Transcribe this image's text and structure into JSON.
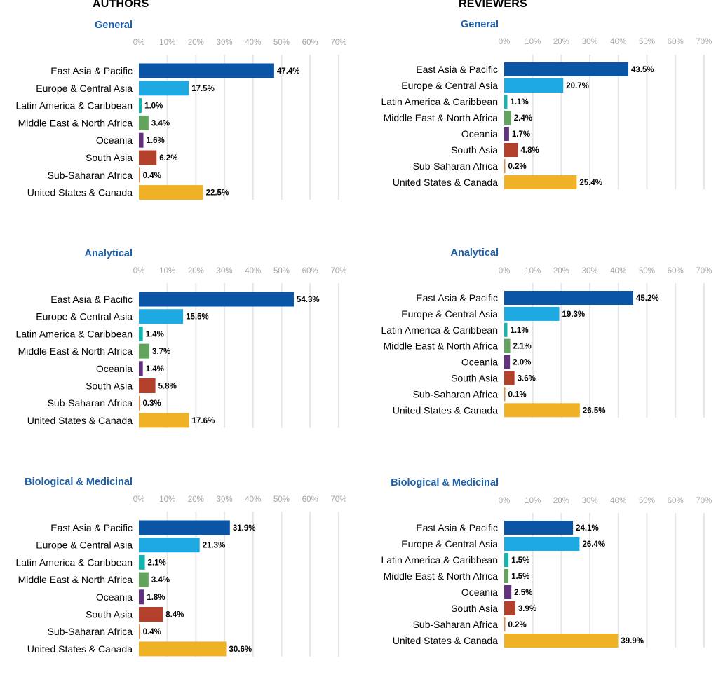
{
  "headers": {
    "authors": "AUTHORS",
    "reviewers": "REVIEWERS"
  },
  "colors": {
    "East Asia & Pacific": "#0a55a5",
    "Europe & Central Asia": "#1ea9e2",
    "Latin America & Caribbean": "#11b5ad",
    "Middle East & North Africa": "#62a35d",
    "Oceania": "#63327f",
    "South Asia": "#b3402a",
    "Sub-Saharan Africa": "#e8893b",
    "United States & Canada": "#efb227"
  },
  "chart_data": [
    {
      "type": "bar",
      "orientation": "horizontal",
      "group": "AUTHORS",
      "title": "General",
      "xlim": [
        0,
        70
      ],
      "xticks": [
        "0%",
        "10%",
        "20%",
        "30%",
        "40%",
        "50%",
        "60%",
        "70%"
      ],
      "grid": true,
      "categories": [
        "East Asia & Pacific",
        "Europe & Central Asia",
        "Latin America & Caribbean",
        "Middle East & North Africa",
        "Oceania",
        "South Asia",
        "Sub-Saharan Africa",
        "United States & Canada"
      ],
      "values": [
        47.4,
        17.5,
        1.0,
        3.4,
        1.6,
        6.2,
        0.4,
        22.5
      ],
      "labels": [
        "47.4%",
        "17.5%",
        "1.0%",
        "3.4%",
        "1.6%",
        "6.2%",
        "0.4%",
        "22.5%"
      ]
    },
    {
      "type": "bar",
      "orientation": "horizontal",
      "group": "REVIEWERS",
      "title": "General",
      "xlim": [
        0,
        70
      ],
      "xticks": [
        "0%",
        "10%",
        "20%",
        "30%",
        "40%",
        "50%",
        "60%",
        "70%"
      ],
      "grid": true,
      "categories": [
        "East Asia & Pacific",
        "Europe & Central Asia",
        "Latin America & Caribbean",
        "Middle East & North Africa",
        "Oceania",
        "South Asia",
        "Sub-Saharan Africa",
        "United States & Canada"
      ],
      "values": [
        43.5,
        20.7,
        1.1,
        2.4,
        1.7,
        4.8,
        0.2,
        25.4
      ],
      "labels": [
        "43.5%",
        "20.7%",
        "1.1%",
        "2.4%",
        "1.7%",
        "4.8%",
        "0.2%",
        "25.4%"
      ]
    },
    {
      "type": "bar",
      "orientation": "horizontal",
      "group": "AUTHORS",
      "title": "Analytical",
      "xlim": [
        0,
        70
      ],
      "xticks": [
        "0%",
        "10%",
        "20%",
        "30%",
        "40%",
        "50%",
        "60%",
        "70%"
      ],
      "grid": true,
      "categories": [
        "East Asia & Pacific",
        "Europe & Central Asia",
        "Latin America & Caribbean",
        "Middle East & North Africa",
        "Oceania",
        "South Asia",
        "Sub-Saharan Africa",
        "United States & Canada"
      ],
      "values": [
        54.3,
        15.5,
        1.4,
        3.7,
        1.4,
        5.8,
        0.3,
        17.6
      ],
      "labels": [
        "54.3%",
        "15.5%",
        "1.4%",
        "3.7%",
        "1.4%",
        "5.8%",
        "0.3%",
        "17.6%"
      ]
    },
    {
      "type": "bar",
      "orientation": "horizontal",
      "group": "REVIEWERS",
      "title": "Analytical",
      "xlim": [
        0,
        70
      ],
      "xticks": [
        "0%",
        "10%",
        "20%",
        "30%",
        "40%",
        "50%",
        "60%",
        "70%"
      ],
      "grid": true,
      "categories": [
        "East Asia & Pacific",
        "Europe & Central Asia",
        "Latin America & Caribbean",
        "Middle East & North Africa",
        "Oceania",
        "South Asia",
        "Sub-Saharan Africa",
        "United States & Canada"
      ],
      "values": [
        45.2,
        19.3,
        1.1,
        2.1,
        2.0,
        3.6,
        0.1,
        26.5
      ],
      "labels": [
        "45.2%",
        "19.3%",
        "1.1%",
        "2.1%",
        "2.0%",
        "3.6%",
        "0.1%",
        "26.5%"
      ]
    },
    {
      "type": "bar",
      "orientation": "horizontal",
      "group": "AUTHORS",
      "title": "Biological & Medicinal",
      "xlim": [
        0,
        70
      ],
      "xticks": [
        "0%",
        "10%",
        "20%",
        "30%",
        "40%",
        "50%",
        "60%",
        "70%"
      ],
      "grid": true,
      "categories": [
        "East Asia & Pacific",
        "Europe & Central Asia",
        "Latin America & Caribbean",
        "Middle East & North Africa",
        "Oceania",
        "South Asia",
        "Sub-Saharan Africa",
        "United States & Canada"
      ],
      "values": [
        31.9,
        21.3,
        2.1,
        3.4,
        1.8,
        8.4,
        0.4,
        30.6
      ],
      "labels": [
        "31.9%",
        "21.3%",
        "2.1%",
        "3.4%",
        "1.8%",
        "8.4%",
        "0.4%",
        "30.6%"
      ]
    },
    {
      "type": "bar",
      "orientation": "horizontal",
      "group": "REVIEWERS",
      "title": "Biological & Medicinal",
      "xlim": [
        0,
        70
      ],
      "xticks": [
        "0%",
        "10%",
        "20%",
        "30%",
        "40%",
        "50%",
        "60%",
        "70%"
      ],
      "grid": true,
      "categories": [
        "East Asia & Pacific",
        "Europe & Central Asia",
        "Latin America & Caribbean",
        "Middle East & North Africa",
        "Oceania",
        "South Asia",
        "Sub-Saharan Africa",
        "United States & Canada"
      ],
      "values": [
        24.1,
        26.4,
        1.5,
        1.5,
        2.5,
        3.9,
        0.2,
        39.9
      ],
      "labels": [
        "24.1%",
        "26.4%",
        "1.5%",
        "1.5%",
        "2.5%",
        "3.9%",
        "0.2%",
        "39.9%"
      ]
    }
  ]
}
